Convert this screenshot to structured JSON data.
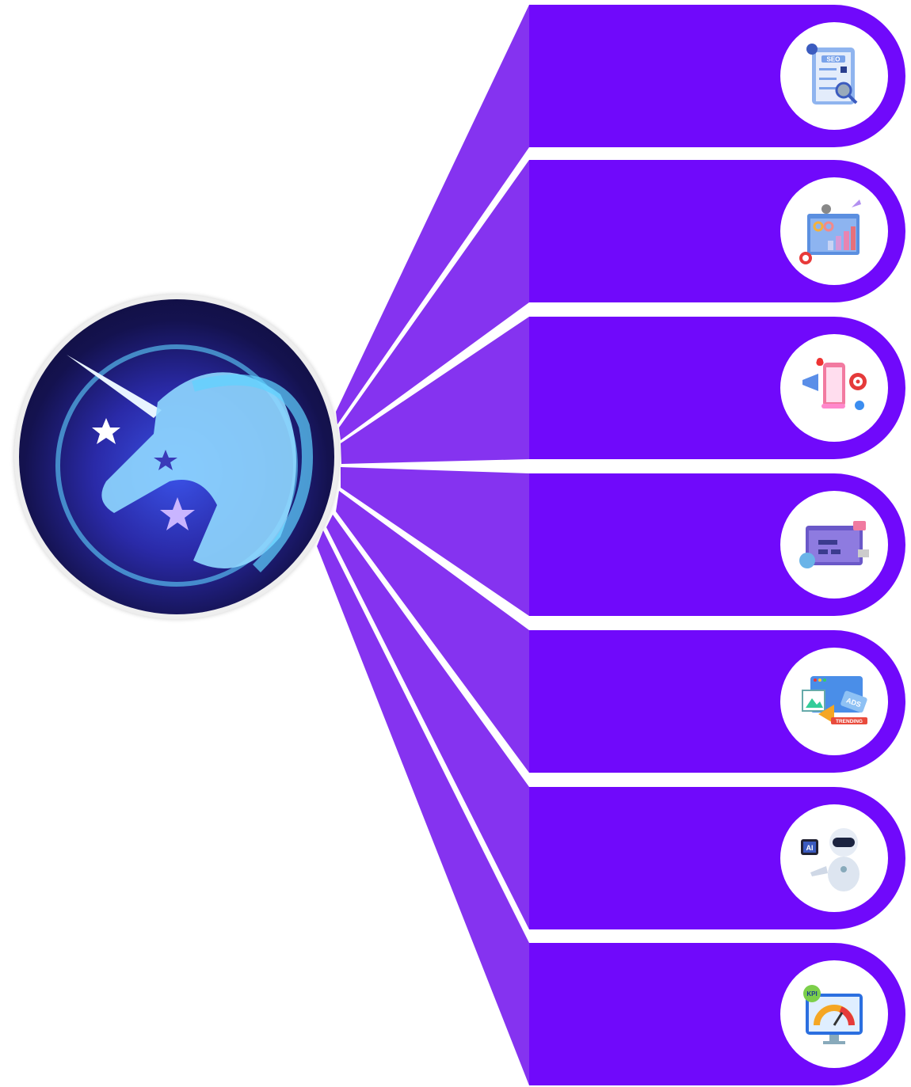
{
  "diagram": {
    "center_logo": {
      "name": "unicorn-logo"
    },
    "colors": {
      "bar": "#7009fb",
      "funnel": "#8533f0",
      "logo_dark": "#0d0b2e",
      "logo_glow": "#5fd3ff"
    },
    "items": [
      {
        "icon": "seo-clipboard-icon",
        "icon_text": "SEO"
      },
      {
        "icon": "growth-chart-rocket-icon",
        "icon_text": ""
      },
      {
        "icon": "social-media-marketing-icon",
        "icon_text": ""
      },
      {
        "icon": "web-development-icon",
        "icon_text": ""
      },
      {
        "icon": "ads-trending-icon",
        "icon_text": "ADS",
        "icon_subtext": "TRENDING"
      },
      {
        "icon": "ai-robot-icon",
        "icon_text": "AI"
      },
      {
        "icon": "kpi-gauge-icon",
        "icon_text": "KPI"
      }
    ]
  }
}
